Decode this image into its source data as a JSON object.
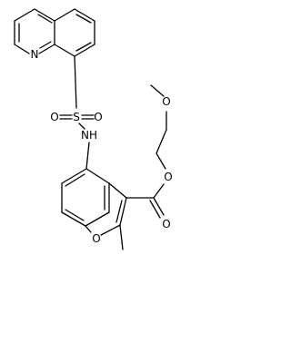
{
  "molecule": {
    "atom_labels": {
      "quinoline_n": "N",
      "sulfonyl_o_left": "O",
      "sulfur": "S",
      "sulfonyl_o_right": "O",
      "amide_nh": "NH",
      "ether_o": "O",
      "ester_o": "O",
      "carbonyl_o": "O",
      "furan_o": "O"
    }
  }
}
